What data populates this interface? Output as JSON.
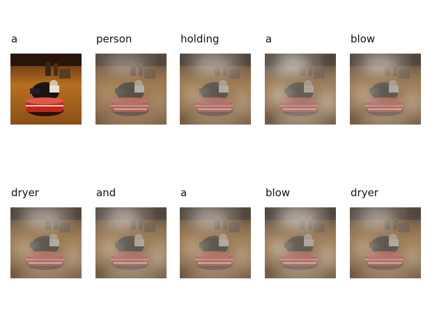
{
  "frames": [
    {
      "word": "a",
      "attention": 0.0
    },
    {
      "word": "person",
      "attention": 0.35
    },
    {
      "word": "holding",
      "attention": 0.55
    },
    {
      "word": "a",
      "attention": 0.8
    },
    {
      "word": "blow",
      "attention": 0.65
    },
    {
      "word": "dryer",
      "attention": 0.6
    },
    {
      "word": "and",
      "attention": 0.7
    },
    {
      "word": "a",
      "attention": 0.6
    },
    {
      "word": "blow",
      "attention": 0.75
    },
    {
      "word": "dryer",
      "attention": 0.6
    }
  ],
  "colors": {
    "background": "#ffffff",
    "text": "#111111",
    "photo_floor": "#b8701f",
    "photo_dark": "#3a1d10",
    "car_red": "#c0281e",
    "overlay_light": "#e8e6e0",
    "overlay_dark": "#050403"
  }
}
